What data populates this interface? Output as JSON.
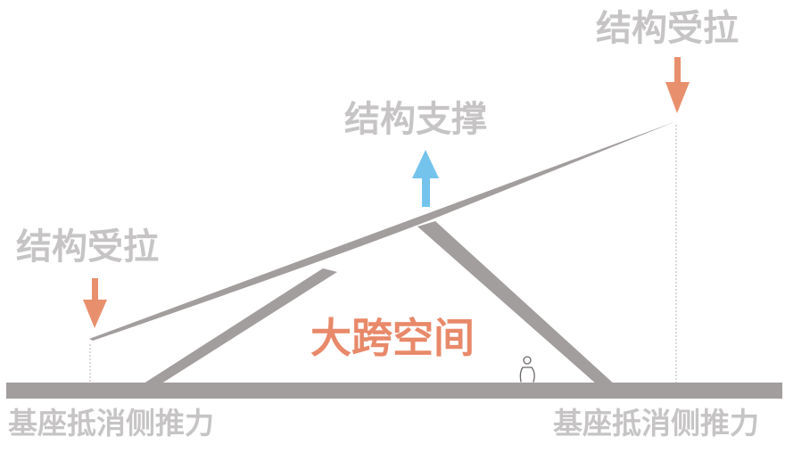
{
  "labels": {
    "tension_right": "结构受拉",
    "support_center": "结构支撑",
    "tension_left": "结构受拉",
    "span": "大跨空间",
    "base_left": "基座抵消侧推力",
    "base_right": "基座抵消侧推力"
  },
  "colors": {
    "structure": "#a39e9e",
    "label_grey": "#c6c4c4",
    "tension_arrow": "#e8906d",
    "support_arrow": "#74c3ec",
    "span_text": "#e8896a"
  },
  "icons": {
    "tension_left": "arrow-down-icon",
    "tension_right": "arrow-down-icon",
    "support": "arrow-up-icon",
    "person": "person-icon"
  }
}
